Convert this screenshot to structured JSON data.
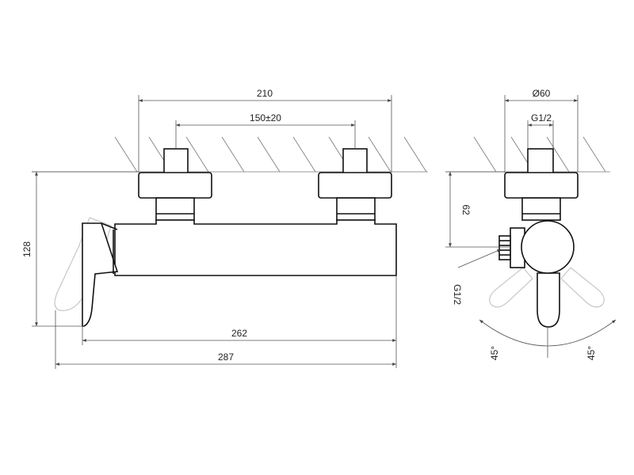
{
  "dimensions": {
    "overall_width": "210",
    "inlet_spacing": "150±20",
    "height": "128",
    "body_length": "262",
    "total_length": "287",
    "diameter": "Ø60",
    "thread_top": "G1/2",
    "depth": "62",
    "thread_side": "G1/2",
    "angle_left": "45°",
    "angle_right": "45°"
  }
}
